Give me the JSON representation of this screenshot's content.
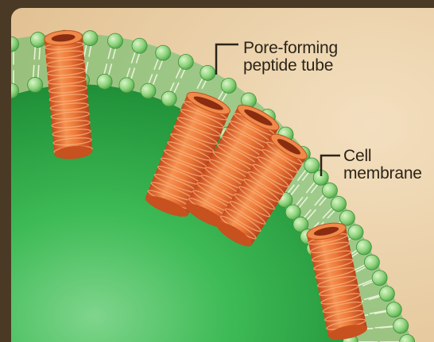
{
  "labels": {
    "pore_line1": "Pore-forming",
    "pore_line2": "peptide tube",
    "membrane_line1": "Cell",
    "membrane_line2": "membrane"
  },
  "colors": {
    "frame": "#4a3a25",
    "background": "#ecd3ae",
    "cell_interior": "#2fb04a",
    "lipid_head": "#8fd37c",
    "peptide_tube": "#e9743a"
  }
}
